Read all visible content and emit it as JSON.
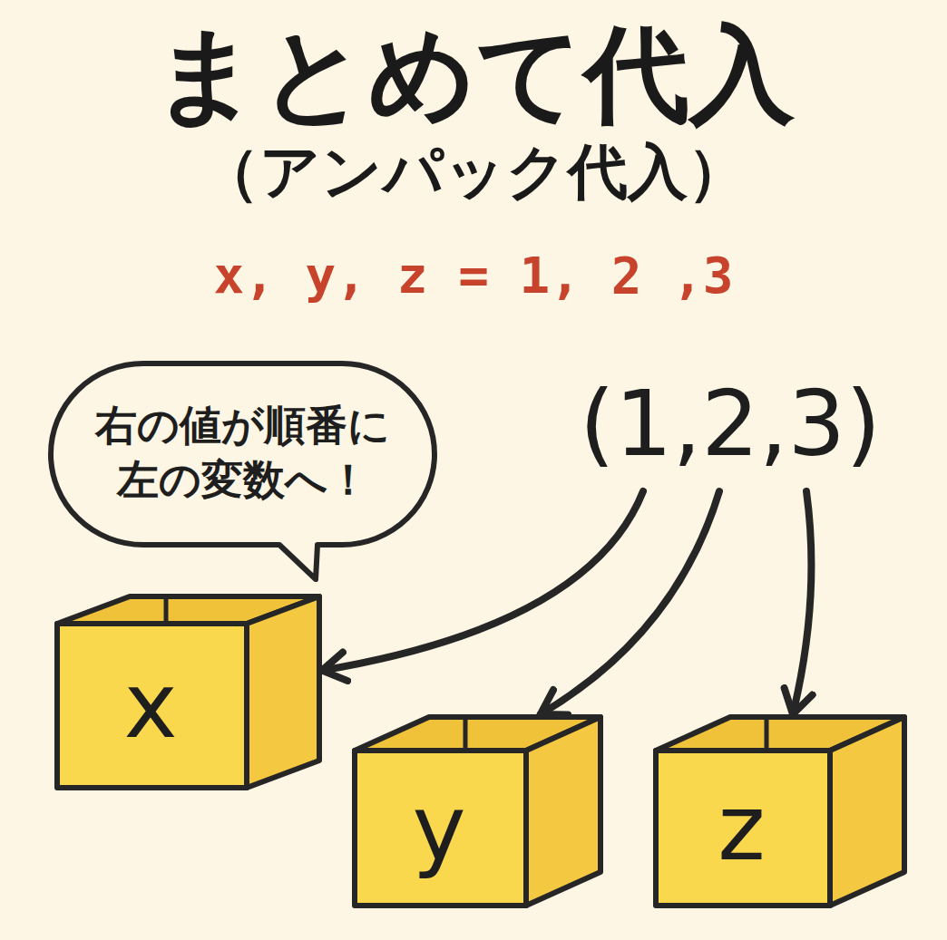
{
  "diagram": {
    "title": "まとめて代入",
    "nodes": [
      {
        "text": [
          "右の値が順番に左の変数へ！"
        ]
      },
      {
        "text": [
          "(1,2,3)"
        ]
      },
      {
        "text": [
          "x"
        ]
      },
      {
        "text": [
          "y"
        ]
      },
      {
        "text": [
          "z"
        ]
      }
    ],
    "edges": [
      {
        "from": 1,
        "to": 2,
        "arrow": "to"
      },
      {
        "from": 1,
        "to": 3,
        "arrow": "to"
      },
      {
        "from": 1,
        "to": 4,
        "arrow": "to"
      }
    ],
    "labels": [
      "（アンパック代入）",
      "x, y, z = 1, 2 ,3"
    ]
  }
}
